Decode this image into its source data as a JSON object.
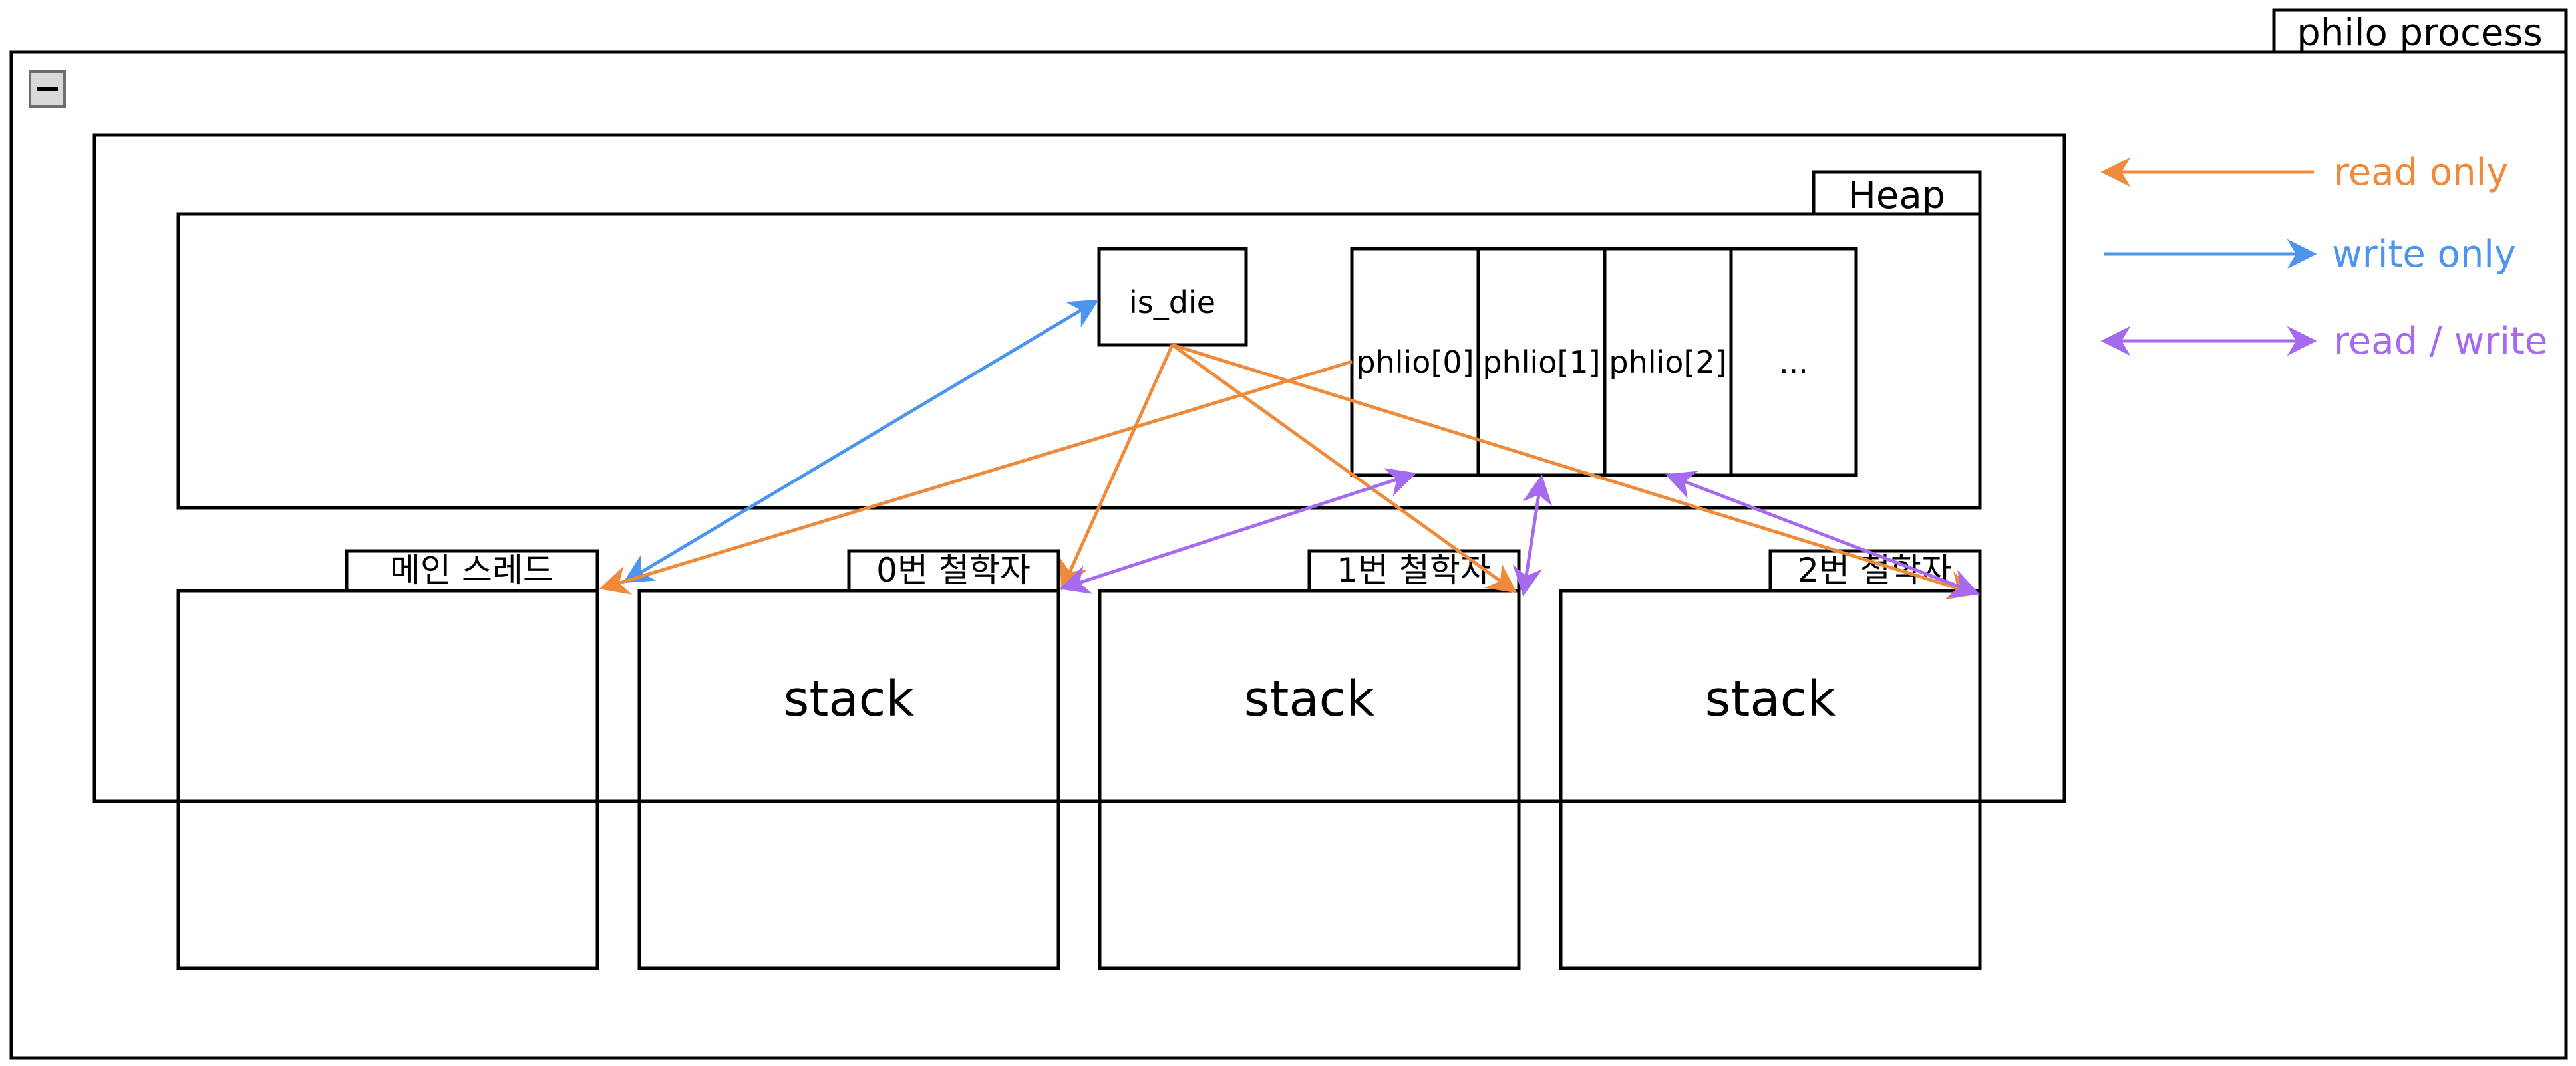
{
  "process": {
    "title": "philo process"
  },
  "heap": {
    "title": "Heap"
  },
  "heap_items": {
    "is_die": "is_die",
    "philos": [
      "phlio[0]",
      "phlio[1]",
      "phlio[2]",
      "..."
    ]
  },
  "threads": [
    {
      "title": "메인 스레드",
      "body": ""
    },
    {
      "title": "0번 철학자",
      "body": "stack"
    },
    {
      "title": "1번 철학자",
      "body": "stack"
    },
    {
      "title": "2번 철학자",
      "body": "stack"
    }
  ],
  "legend": {
    "read_only": "read only",
    "write_only": "write only",
    "read_write": "read / write"
  },
  "colors": {
    "read_only": "#EF8A3A",
    "write_only": "#4D94EE",
    "read_write": "#A56AF0",
    "stroke": "#000000",
    "collapse_icon_fill": "#D9D9D9"
  },
  "icons": {
    "collapse": "collapse-minus-icon"
  },
  "arrows": [
    {
      "from": "main-thread",
      "to": "is_die",
      "kind": "write_only"
    },
    {
      "from": "phlio[0]",
      "to": "main-thread",
      "kind": "read_only"
    },
    {
      "from": "is_die",
      "to": "philosopher-0",
      "kind": "read_only"
    },
    {
      "from": "is_die",
      "to": "philosopher-1",
      "kind": "read_only"
    },
    {
      "from": "is_die",
      "to": "philosopher-2",
      "kind": "read_only"
    },
    {
      "from": "philosopher-0",
      "to": "phlio[0]",
      "kind": "read_write"
    },
    {
      "from": "philosopher-1",
      "to": "phlio[1]",
      "kind": "read_write"
    },
    {
      "from": "philosopher-2",
      "to": "phlio[2]",
      "kind": "read_write"
    }
  ]
}
